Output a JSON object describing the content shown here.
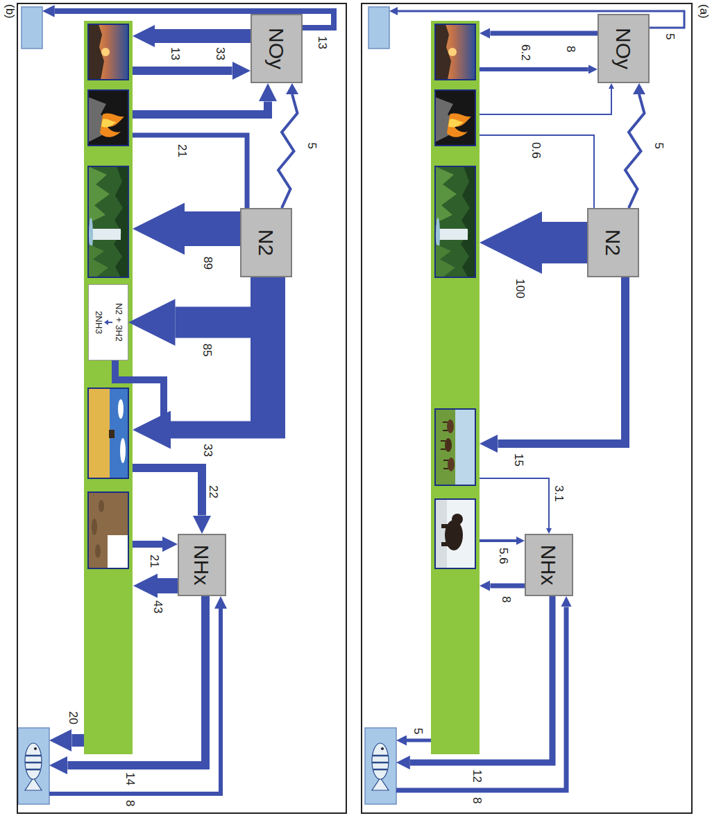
{
  "diagram": {
    "nodes": [
      {
        "text": [
          "(a)"
        ]
      },
      {
        "text": [
          "NOy"
        ],
        "in": 0
      },
      {
        "text": [
          "N2"
        ],
        "in": 0
      },
      {
        "text": [
          "NHx"
        ],
        "in": 0
      },
      {
        "text": [
          "(b)"
        ]
      },
      {
        "text": [
          "NOy"
        ],
        "in": 4
      },
      {
        "text": [
          "N2"
        ],
        "in": 4
      },
      {
        "text": [
          "N2 + 3H2",
          "2NH3"
        ],
        "in": 4
      },
      {
        "text": [
          "NHx"
        ],
        "in": 4
      }
    ],
    "edges": [
      {
        "from": 2,
        "to": 1,
        "arrow": "to",
        "label": "5"
      },
      {
        "from": 6,
        "to": 5,
        "arrow": "to",
        "label": "5"
      },
      {
        "from": 6,
        "to": 7,
        "arrow": "to",
        "label": "85"
      }
    ],
    "labels": [
      "5",
      "8",
      "6.2",
      "0.6",
      "100",
      "15",
      "3.1",
      "5.6",
      "8",
      "12",
      "8",
      "5",
      "13",
      "33",
      "13",
      "21",
      "89",
      "33",
      "22",
      "21",
      "43",
      "14",
      "8",
      "20"
    ]
  }
}
